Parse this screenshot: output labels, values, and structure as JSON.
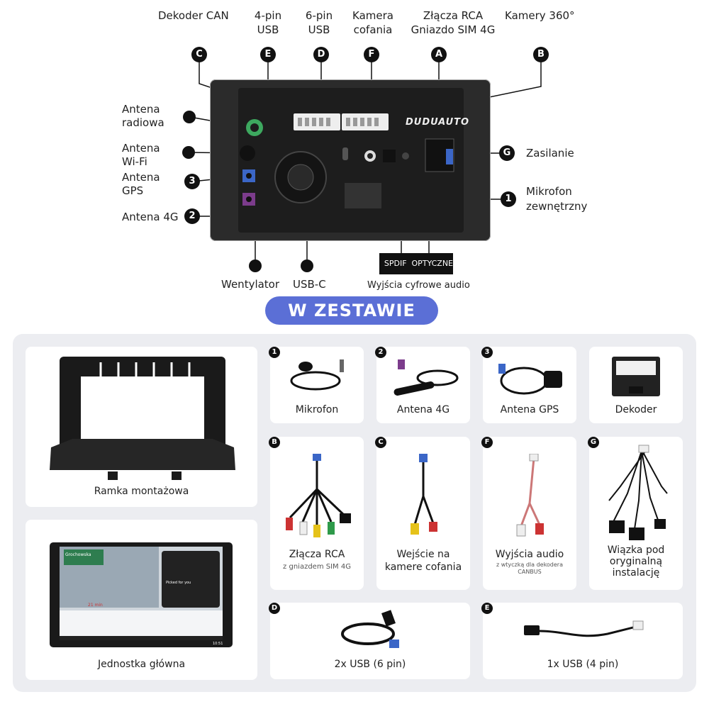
{
  "top_labels": {
    "dekoder_can": "Dekoder CAN",
    "usb4_l1": "4-pin",
    "usb4_l2": "USB",
    "usb6_l1": "6-pin",
    "usb6_l2": "USB",
    "kamera_l1": "Kamera",
    "kamera_l2": "cofania",
    "rca_l1": "Złącza RCA",
    "rca_l2": "Gniazdo SIM 4G",
    "kamery360": "Kamery 360°"
  },
  "top_badges": [
    "C",
    "E",
    "D",
    "F",
    "A",
    "B"
  ],
  "left_labels": {
    "radio_l1": "Antena",
    "radio_l2": "radiowa",
    "wifi_l1": "Antena",
    "wifi_l2": "Wi-Fi",
    "gps_l1": "Antena",
    "gps_l2": "GPS",
    "lte": "Antena 4G"
  },
  "left_badges": [
    "3",
    "2"
  ],
  "right_labels": {
    "zasilanie": "Zasilanie",
    "mic_l1": "Mikrofon",
    "mic_l2": "zewnętrzny"
  },
  "right_badges": [
    "G",
    "1"
  ],
  "bottom_labels": {
    "wentylator": "Wentylator",
    "usbc": "USB-C",
    "spdif": "SPDIF",
    "optyczne": "OPTYCZNE",
    "digital_out": "Wyjścia cyfrowe audio"
  },
  "brand": "DUDUAUTO",
  "section_title": "W ZESTAWIE",
  "kit": {
    "frame": "Ramka montażowa",
    "head_unit": "Jednostka główna",
    "mic": {
      "badge": "1",
      "name": "Mikrofon"
    },
    "lte": {
      "badge": "2",
      "name": "Antena 4G"
    },
    "gps": {
      "badge": "3",
      "name": "Antena GPS"
    },
    "decoder": {
      "name": "Dekoder"
    },
    "rca": {
      "badge": "B",
      "name": "Złącza RCA",
      "sub": "z gniazdem SIM 4G"
    },
    "camera": {
      "badge": "C",
      "name_l1": "Wejście na",
      "name_l2": "kamere cofania"
    },
    "audio": {
      "badge": "F",
      "name": "Wyjścia audio",
      "sub_l1": "z wtyczką dla dekodera",
      "sub_l2": "CANBUS"
    },
    "harness": {
      "badge": "G",
      "name_l1": "Wiązka pod",
      "name_l2": "oryginalną",
      "name_l3": "instalację"
    },
    "usb6": {
      "badge": "D",
      "name": "2x USB (6 pin)"
    },
    "usb4": {
      "badge": "E",
      "name": "1x USB (4 pin)"
    }
  },
  "screen": {
    "street": "Grochowska",
    "eta": "21 min",
    "picked": "Picked for you",
    "clock": "10:51"
  },
  "colors": {
    "accent": "#5b6fd6",
    "panel": "#ecedf1",
    "device": "#2b2b2b"
  }
}
